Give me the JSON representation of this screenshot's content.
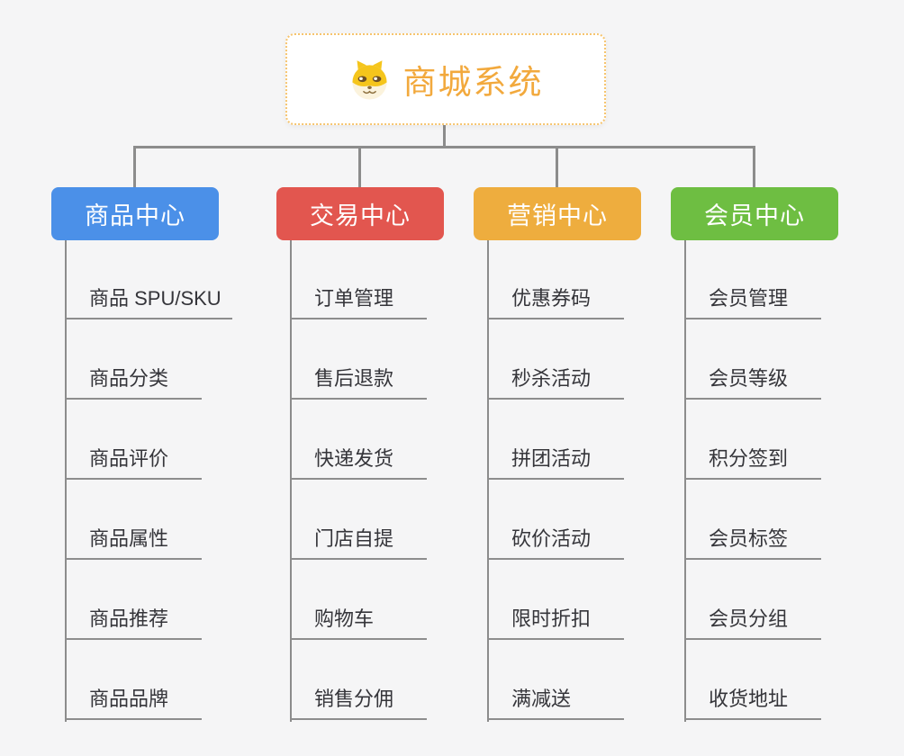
{
  "page": {
    "background_color": "#f5f5f6",
    "connector_color": "#8c8c8c"
  },
  "root": {
    "title": "商城系统",
    "icon": "dog-face-icon",
    "text_color": "#f2a93d",
    "border_color": "#f6c46e"
  },
  "branches": [
    {
      "label": "商品中心",
      "color": "#4b90e8",
      "items": [
        "商品 SPU/SKU",
        "商品分类",
        "商品评价",
        "商品属性",
        "商品推荐",
        "商品品牌"
      ]
    },
    {
      "label": "交易中心",
      "color": "#e2564f",
      "items": [
        "订单管理",
        "售后退款",
        "快递发货",
        "门店自提",
        "购物车",
        "销售分佣"
      ]
    },
    {
      "label": "营销中心",
      "color": "#eead3e",
      "items": [
        "优惠券码",
        "秒杀活动",
        "拼团活动",
        "砍价活动",
        "限时折扣",
        "满减送"
      ]
    },
    {
      "label": "会员中心",
      "color": "#6ebe42",
      "items": [
        "会员管理",
        "会员等级",
        "积分签到",
        "会员标签",
        "会员分组",
        "收货地址"
      ]
    }
  ]
}
